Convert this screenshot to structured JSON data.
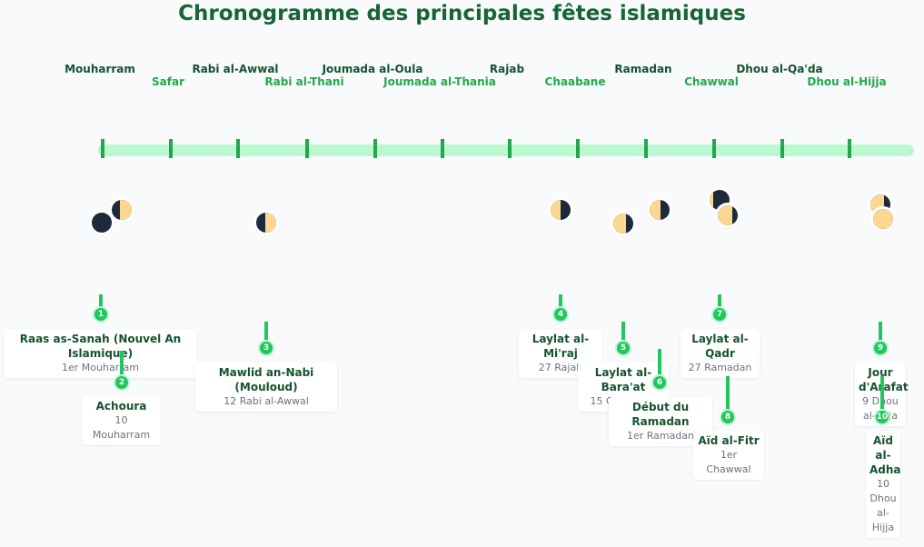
{
  "title": "Chronogramme des principales fêtes islamiques",
  "months": [
    "Mouharram",
    "Safar",
    "Rabi al-Awwal",
    "Rabi al-Thani",
    "Joumada al-Oula",
    "Joumada al-Thania",
    "Rajab",
    "Chaabane",
    "Ramadan",
    "Chawwal",
    "Dhou al-Qa'da",
    "Dhou al-Hijja"
  ],
  "events": [
    {
      "num": "1",
      "name": "Raas as-Sanah (Nouvel An Islamique)",
      "date": "1er Mouharram"
    },
    {
      "num": "2",
      "name": "Achoura",
      "date": "10 Mouharram"
    },
    {
      "num": "3",
      "name": "Mawlid an-Nabi (Mouloud)",
      "date": "12 Rabi al-Awwal"
    },
    {
      "num": "4",
      "name": "Laylat al-Mi'raj",
      "date": "27 Rajab"
    },
    {
      "num": "5",
      "name": "Laylat al-Bara'at",
      "date": "15 Chaabane"
    },
    {
      "num": "6",
      "name": "Début du Ramadan",
      "date": "1er Ramadan"
    },
    {
      "num": "7",
      "name": "Laylat al-Qadr",
      "date": "27 Ramadan"
    },
    {
      "num": "8",
      "name": "Aïd al-Fitr",
      "date": "1er Chawwal"
    },
    {
      "num": "9",
      "name": "Jour d'Arafat",
      "date": "9 Dhou al-Hijja"
    },
    {
      "num": "10",
      "name": "Aïd al-Adha",
      "date": "10 Dhou al-Hijja"
    }
  ],
  "colors": {
    "accent": "#22c55e",
    "title": "#166534",
    "track": "#bbf7d0",
    "moon_lit": "#fcd793",
    "moon_dark": "#1e293b"
  }
}
